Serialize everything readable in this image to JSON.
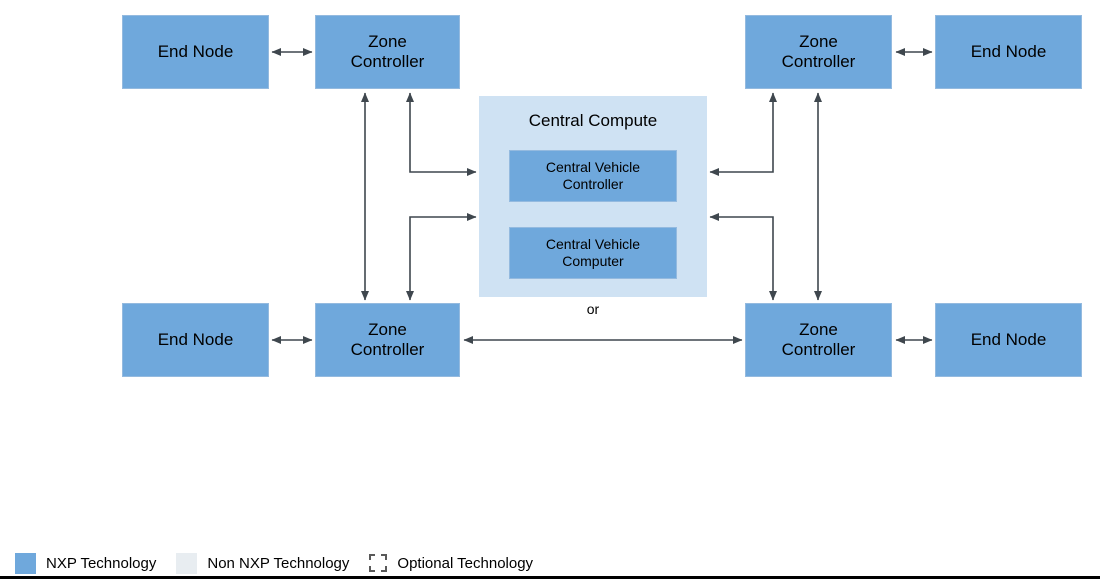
{
  "diagram": {
    "nodes": {
      "end_node_top_left": "End Node",
      "zone_controller_top_left": "Zone\nController",
      "zone_controller_top_right": "Zone\nController",
      "end_node_top_right": "End Node",
      "end_node_bottom_left": "End Node",
      "zone_controller_bottom_left": "Zone\nController",
      "zone_controller_bottom_right": "Zone\nController",
      "end_node_bottom_right": "End Node"
    },
    "central": {
      "title": "Central Compute",
      "option_a": "Central Vehicle\nController",
      "or_label": "or",
      "option_b": "Central Vehicle\nComputer"
    },
    "colors": {
      "nxp_blue": "#6FA8DC",
      "central_compute_bg": "#CFE2F3",
      "non_nxp_swatch": "#E8EDF1",
      "arrow": "#3F474E"
    }
  },
  "legend": {
    "items": [
      {
        "label": "NXP Technology"
      },
      {
        "label": "Non NXP Technology"
      },
      {
        "label": "Optional Technology"
      }
    ]
  }
}
